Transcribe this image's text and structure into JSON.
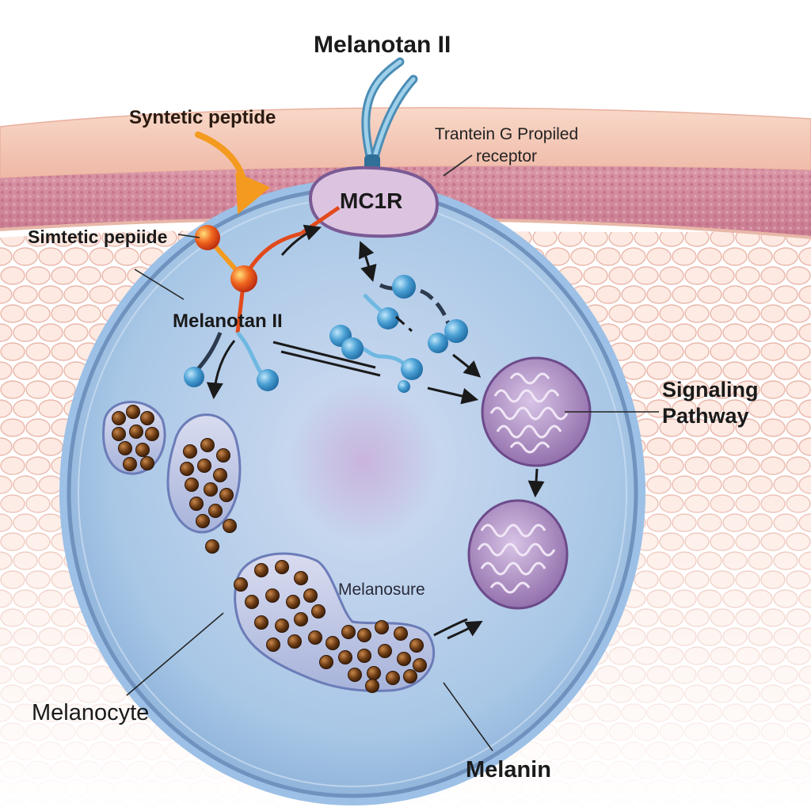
{
  "labels": {
    "title": "Melanotan II",
    "synthetic_peptide_top": "Syntetic peptide",
    "receptor_type_line1": "Trantein G Propiled",
    "receptor_type_line2": "receptor",
    "receptor": "MC1R",
    "synthetic_peptide_left": "Simtetic pepiide",
    "ligand": "Melanotan II",
    "pathway_line1": "Signaling",
    "pathway_line2": "Pathway",
    "organelle": "Melanosure",
    "cell": "Melanocyte",
    "pigment": "Melanin"
  },
  "colors": {
    "membrane_pink": "#f3c8b8",
    "tissue_band": "#cf8a9c",
    "cytoplasm": "#b8d3ec",
    "cell_border": "#6f92be",
    "nucleus": "#b9a6d2",
    "receptor": "#d9c2de",
    "peptide_orange": "#f39a1f",
    "peptide_red": "#e24a1c",
    "signal_blue": "#4aa0d4",
    "organelle_purple": "#8e6aa8",
    "melanin_brown": "#6a3a14"
  },
  "icons": [
    "peptide-molecule-icon",
    "signaling-molecule-icon",
    "mitochondrion-icon",
    "melanosome-icon",
    "melanin-granule-icon"
  ]
}
